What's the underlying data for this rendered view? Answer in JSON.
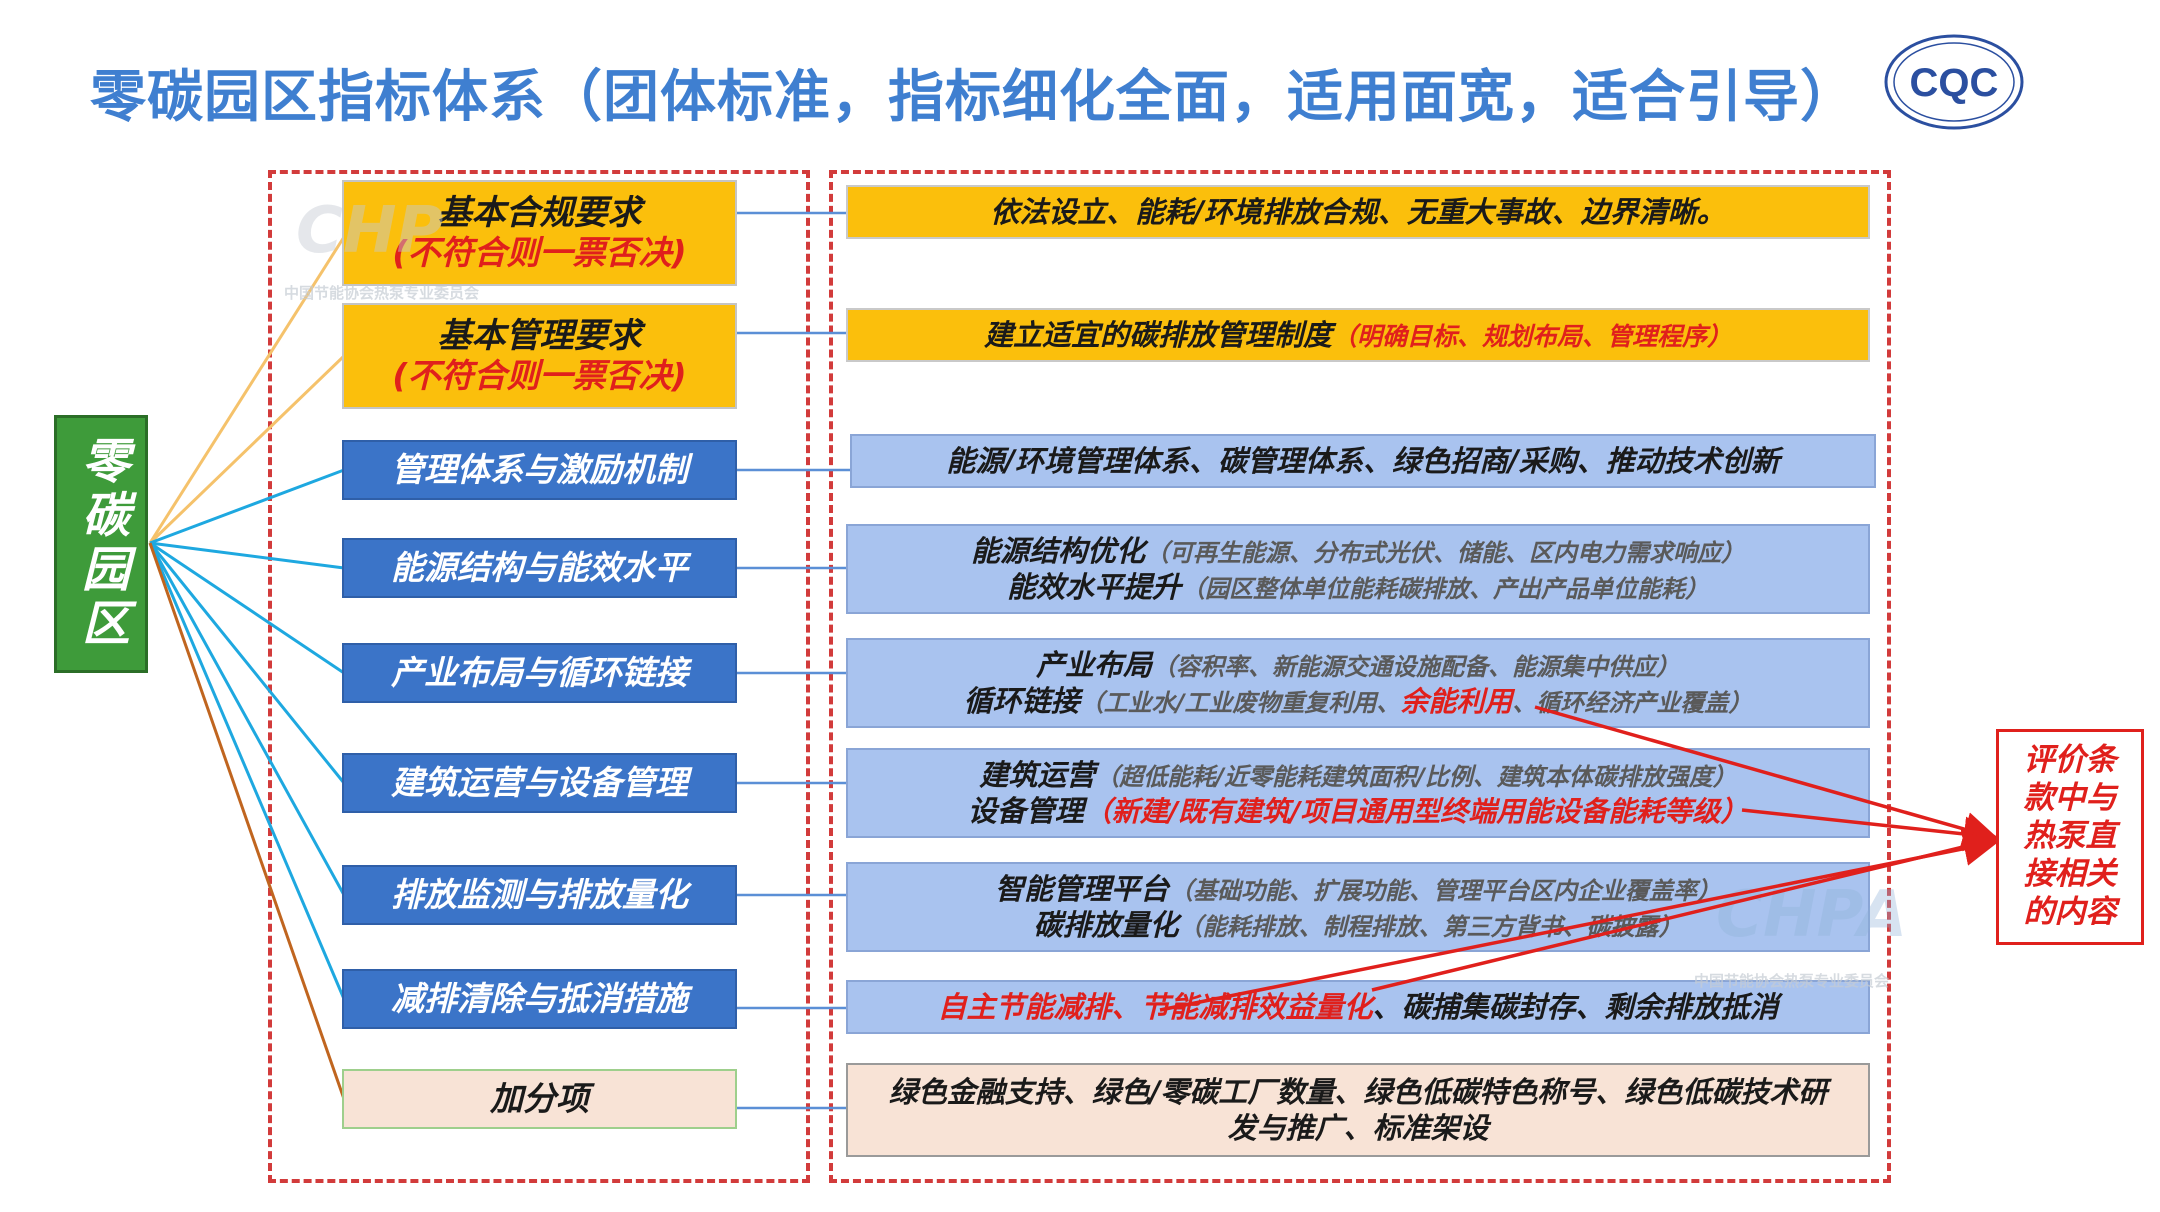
{
  "title": "零碳园区指标体系（团体标准，指标细化全面，适用面宽，适合引导）",
  "logo_text": "CQC",
  "root_label": "零碳园区",
  "left_items": [
    {
      "label": "基本合规要求",
      "sub": "(不符合则一票否决)",
      "style": "gold"
    },
    {
      "label": "基本管理要求",
      "sub": "(不符合则一票否决)",
      "style": "gold"
    },
    {
      "label": "管理体系与激励机制",
      "style": "blue"
    },
    {
      "label": "能源结构与能效水平",
      "style": "blue"
    },
    {
      "label": "产业布局与循环链接",
      "style": "blue"
    },
    {
      "label": "建筑运营与设备管理",
      "style": "blue"
    },
    {
      "label": "排放监测与排放量化",
      "style": "blue"
    },
    {
      "label": "减排清除与抵消措施",
      "style": "blue"
    },
    {
      "label": "加分项",
      "style": "bonus"
    }
  ],
  "right_items": {
    "compliance": "依法设立、能耗/环境排放合规、无重大事故、边界清晰。",
    "management_main": "建立适宜的碳排放管理制度",
    "management_paren": "（明确目标、规划布局、管理程序）",
    "system": "能源/环境管理体系、碳管理体系、绿色招商/采购、推动技术创新",
    "energy_1_main": "能源结构优化",
    "energy_1_paren": "（可再生能源、分布式光伏、储能、区内电力需求响应）",
    "energy_2_main": "能效水平提升",
    "energy_2_paren": "（园区整体单位能耗碳排放、产出产品单位能耗）",
    "industry_1_main": "产业布局",
    "industry_1_paren": "（容积率、新能源交通设施配备、能源集中供应）",
    "industry_2_main": "循环链接",
    "industry_2_paren_a": "（工业水/工业废物重复利用、",
    "industry_2_red": "余能利用",
    "industry_2_paren_b": "、循环经济产业覆盖）",
    "building_1_main": "建筑运营",
    "building_1_paren": "（超低能耗/近零能耗建筑面积/比例、建筑本体碳排放强度）",
    "building_2_main": "设备管理",
    "building_2_red": "（新建/既有建筑/项目通用型终端用能设备能耗等级）",
    "monitor_1_main": "智能管理平台",
    "monitor_1_paren": "（基础功能、扩展功能、管理平台区内企业覆盖率）",
    "monitor_2_main": "碳排放量化",
    "monitor_2_paren": "（能耗排放、制程排放、第三方背书、碳披露）",
    "reduce_red": "自主节能减排、节能减排效益量化",
    "reduce_rest": "、碳捕集碳封存、剩余排放抵消",
    "bonus": "绿色金融支持、绿色/零碳工厂数量、绿色低碳特色称号、绿色低碳技术研发与推广、标准架设"
  },
  "eval_note": "评价条款中与热泵直接相关的内容",
  "watermarks": {
    "chp_logo": "CHP",
    "chp_text": "中国节能协会热泵专业委员会",
    "chpa_logo": "CHPA",
    "chpa_text": "中国节能协会热泵专业委员会"
  },
  "colors": {
    "title": "#3f7fd0",
    "root_green": "#3e9b3a",
    "gold": "#fbbf0c",
    "blue_dark": "#3b74c8",
    "blue_light": "#a9c3ef",
    "bonus": "#f8e3d6",
    "red": "#e0201c"
  }
}
